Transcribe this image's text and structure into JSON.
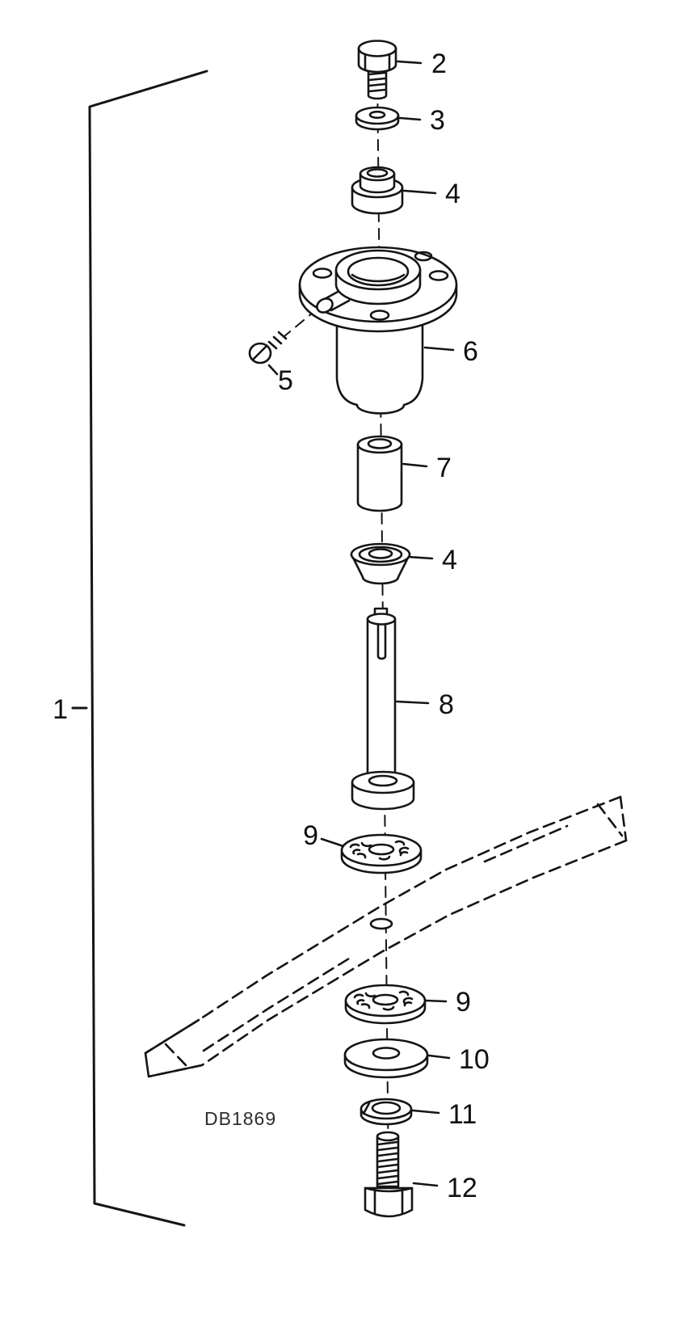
{
  "diagram": {
    "drawing_code": "DB1869",
    "callouts": {
      "assembly": "1",
      "top_bolt": "2",
      "washer": "3",
      "bearing_top": "4",
      "grease_screw": "5",
      "spindle_housing": "6",
      "spacer": "7",
      "shaft": "8",
      "bearing_bottom": "4",
      "blade_washer_top": "9",
      "blade_washer_bottom": "9",
      "flat_washer": "10",
      "lock_washer": "11",
      "bottom_bolt": "12"
    }
  }
}
